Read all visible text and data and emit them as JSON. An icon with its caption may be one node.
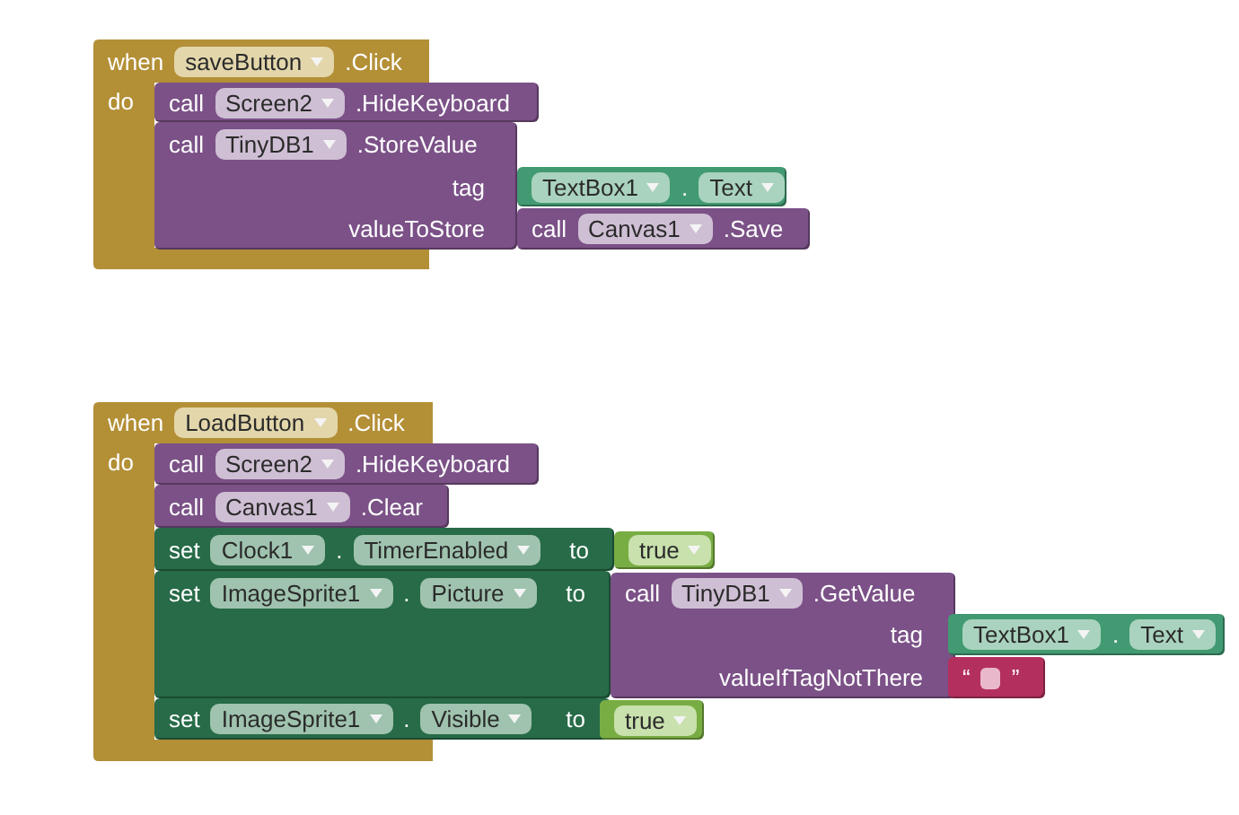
{
  "diagram": {
    "nodes": [
      {
        "text": [
          "when",
          "saveButton",
          ".Click",
          "do"
        ]
      },
      {
        "text": [
          "call",
          "Screen2",
          ".HideKeyboard"
        ]
      },
      {
        "text": [
          "call",
          "TinyDB1",
          ".StoreValue",
          "tag",
          "valueToStore"
        ]
      },
      {
        "text": [
          "TextBox1",
          ".",
          "Text"
        ]
      },
      {
        "text": [
          "call",
          "Canvas1",
          ".Save"
        ]
      },
      {
        "text": [
          "when",
          "LoadButton",
          ".Click",
          "do"
        ]
      },
      {
        "text": [
          "call",
          "Screen2",
          ".HideKeyboard"
        ]
      },
      {
        "text": [
          "call",
          "Canvas1",
          ".Clear"
        ]
      },
      {
        "text": [
          "set",
          "Clock1",
          ".",
          "TimerEnabled",
          "to"
        ]
      },
      {
        "text": [
          "true"
        ]
      },
      {
        "text": [
          "set",
          "ImageSprite1",
          ".",
          "Picture",
          "to"
        ]
      },
      {
        "text": [
          "call",
          "TinyDB1",
          ".GetValue",
          "tag",
          "valueIfTagNotThere"
        ]
      },
      {
        "text": [
          "TextBox1",
          ".",
          "Text"
        ]
      },
      {
        "text": [
          "“",
          "”"
        ]
      },
      {
        "text": [
          "set",
          "ImageSprite1",
          ".",
          "Visible",
          "to"
        ]
      },
      {
        "text": [
          "true"
        ]
      }
    ]
  }
}
